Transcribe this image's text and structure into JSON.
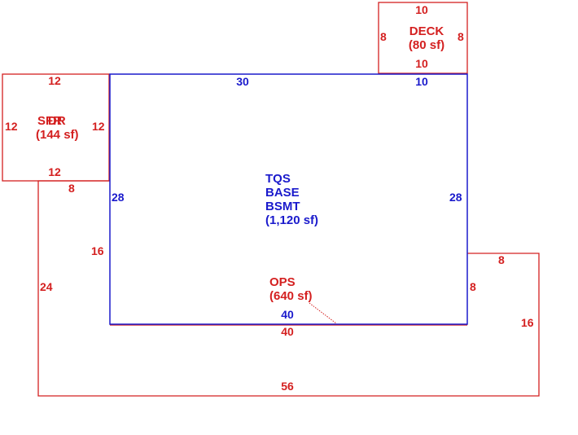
{
  "colors": {
    "main_area": "#1a1acc",
    "sub_area": "#d42020",
    "background": "#ffffff"
  },
  "base": {
    "lines": [
      "TQS",
      "BASE",
      "BSMT"
    ],
    "area": "(1,120 sf)",
    "dims": {
      "top": "30",
      "top_right": "10",
      "left": "28",
      "right": "28",
      "bottom": "40"
    }
  },
  "deck": {
    "name": "DECK",
    "area": "(80 sf)",
    "dims": {
      "top": "10",
      "left": "8",
      "right": "8",
      "bottom": "10"
    }
  },
  "sfdr": {
    "name_a": "SFR",
    "name_b": "DR",
    "area": "(144 sf)",
    "dims": {
      "top": "12",
      "left": "12",
      "right": "12",
      "bottom": "12"
    }
  },
  "ops": {
    "name": "OPS",
    "area": "(640 sf)",
    "dims": {
      "left_top": "8",
      "left_mid": "16",
      "left_outer": "24",
      "bottom_inner": "40",
      "bottom": "56",
      "right_top": "8",
      "right_inner": "8",
      "right": "16"
    }
  }
}
